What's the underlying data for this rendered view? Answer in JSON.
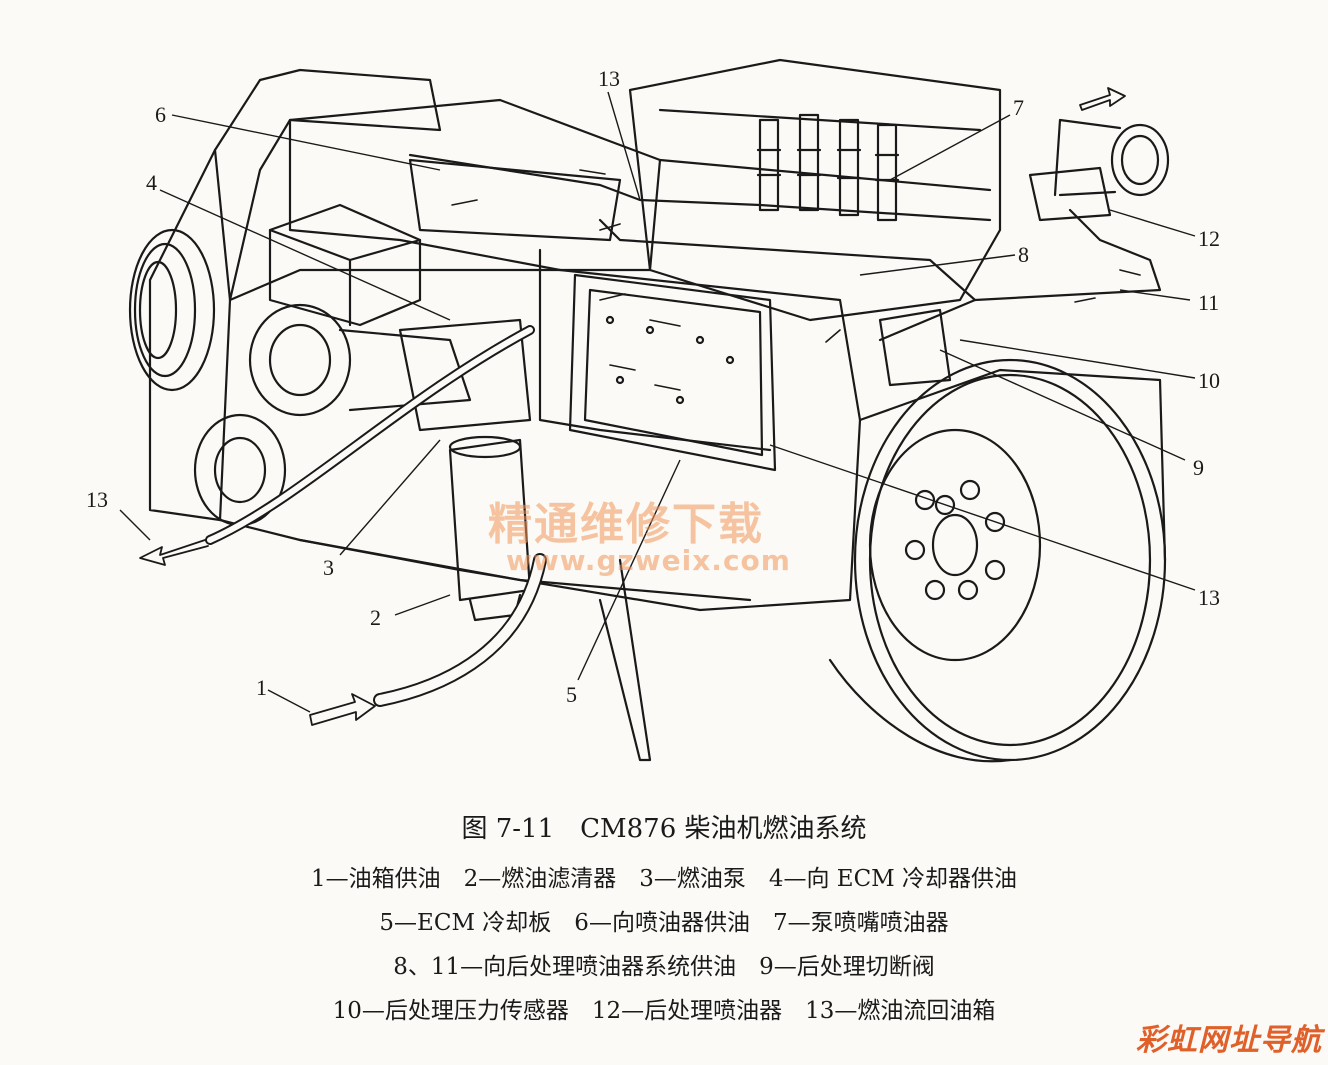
{
  "callouts": {
    "c13_top": "13",
    "c6": "6",
    "c4": "4",
    "c7": "7",
    "c12": "12",
    "c8": "8",
    "c11": "11",
    "c10": "10",
    "c9": "9",
    "c13_right": "13",
    "c13_left": "13",
    "c3": "3",
    "c2": "2",
    "c1": "1",
    "c5": "5"
  },
  "watermark": {
    "chinese": "精通维修下载",
    "url": "www.gzweix.com"
  },
  "caption": {
    "title": "图 7-11　CM876 柴油机燃油系统",
    "lines": [
      "1—油箱供油　2—燃油滤清器　3—燃油泵　4—向 ECM 冷却器供油",
      "5—ECM 冷却板　6—向喷油器供油　7—泵喷嘴喷油器",
      "8、11—向后处理喷油器系统供油　9—后处理切断阀",
      "10—后处理压力传感器　12—后处理喷油器　13—燃油流回油箱"
    ]
  },
  "corner_logo": "彩虹网址导航"
}
